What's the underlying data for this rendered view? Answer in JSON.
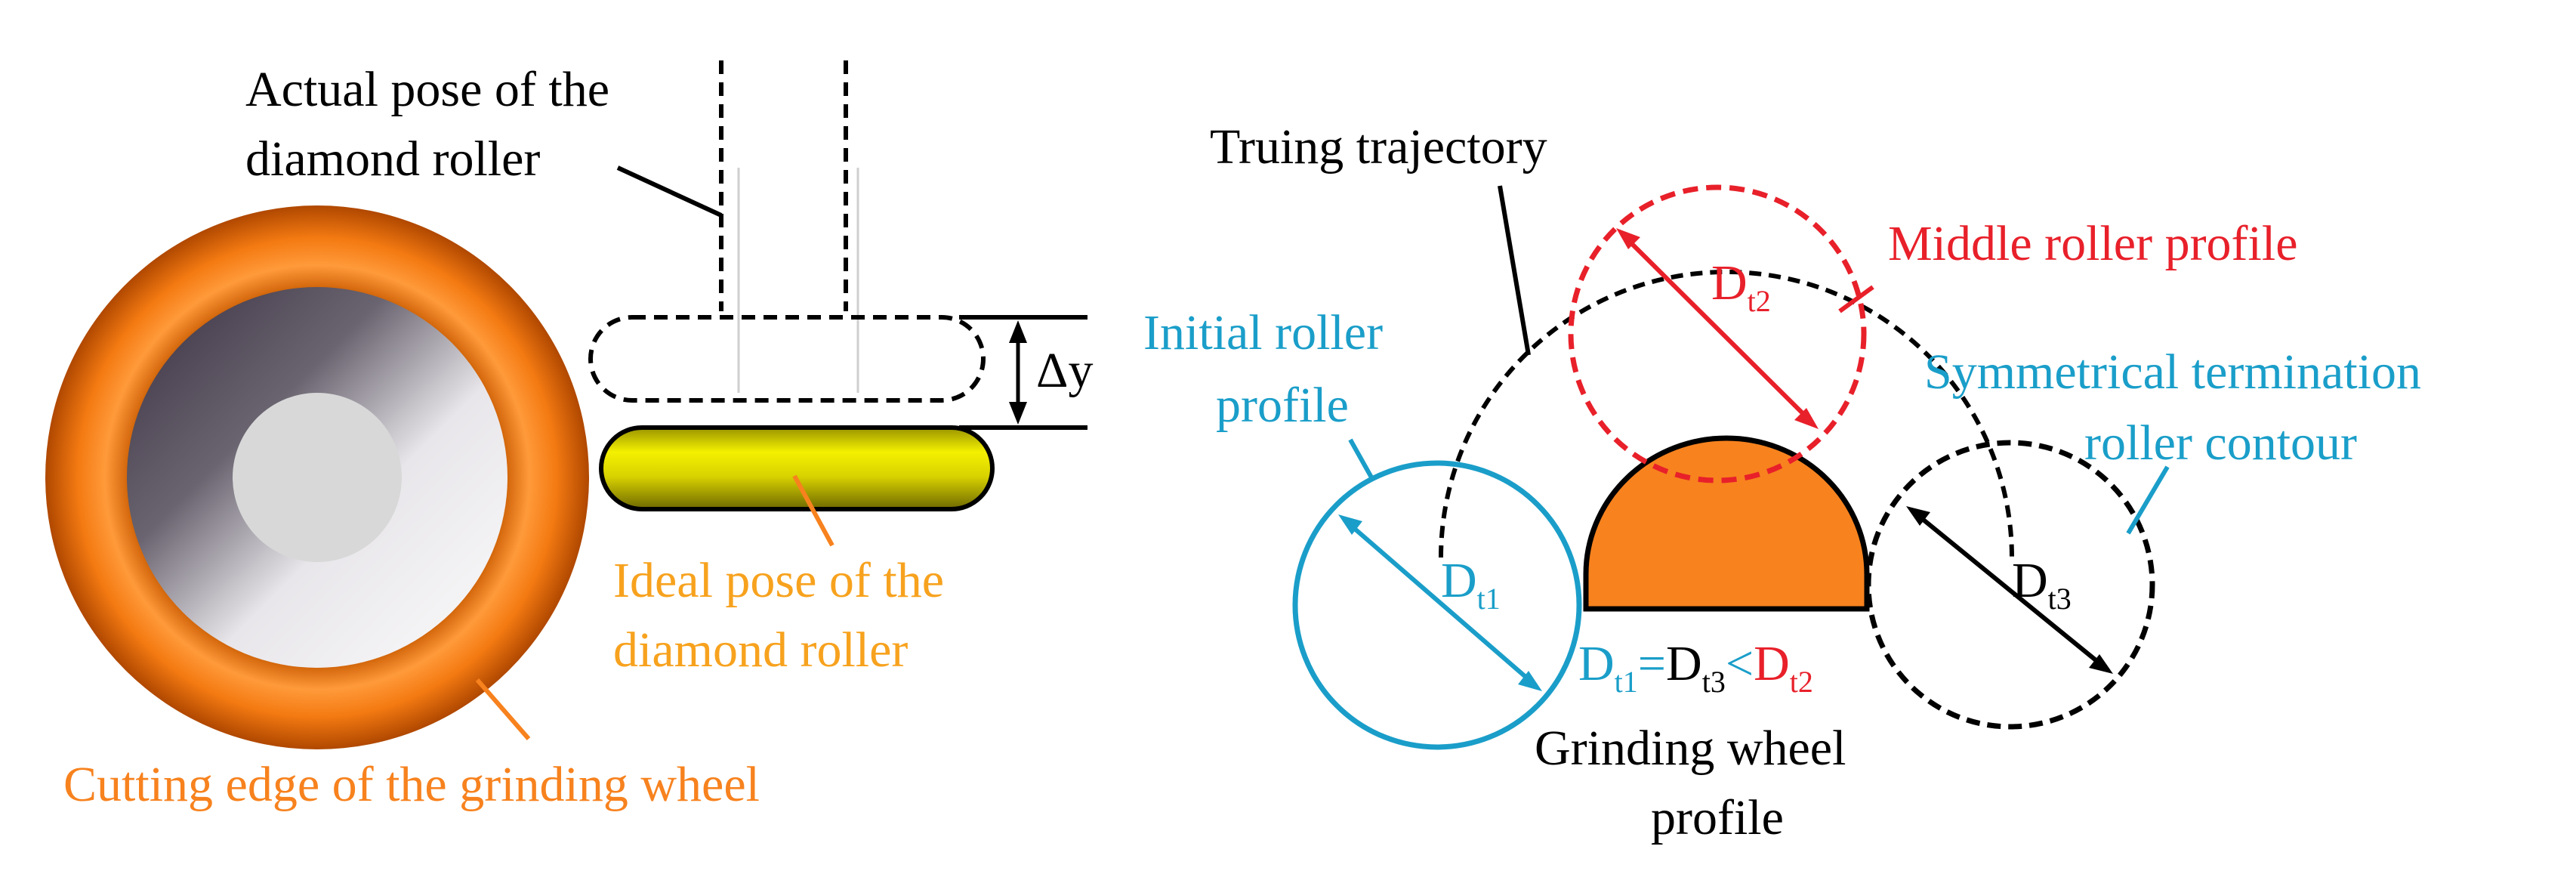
{
  "left_panel": {
    "actual_pose_line1": "Actual pose of the",
    "actual_pose_line2": "diamond roller",
    "delta_y": "Δy",
    "ideal_pose_line1": "Ideal pose of the",
    "ideal_pose_line2": "diamond roller",
    "cutting_edge": "Cutting edge of the grinding wheel"
  },
  "right_panel": {
    "truing_trajectory": "Truing trajectory",
    "middle_roller_profile": "Middle roller profile",
    "initial_roller_line1": "Initial roller",
    "initial_roller_line2": "profile",
    "symmetrical_line1": "Symmetrical termination",
    "symmetrical_line2": "roller contour",
    "grinding_wheel_line1": "Grinding wheel",
    "grinding_wheel_line2": "profile",
    "d_symbol": "D",
    "sub_t1": "t1",
    "sub_t2": "t2",
    "sub_t3": "t3",
    "eq_sign": "=",
    "lt_sign": "<"
  },
  "colors": {
    "orange": "#f7821e",
    "yellow": "#e8e400",
    "red": "#e8202a",
    "blue": "#1a9ec9",
    "black": "#000000",
    "gray_disc": "#d8d8d8"
  }
}
